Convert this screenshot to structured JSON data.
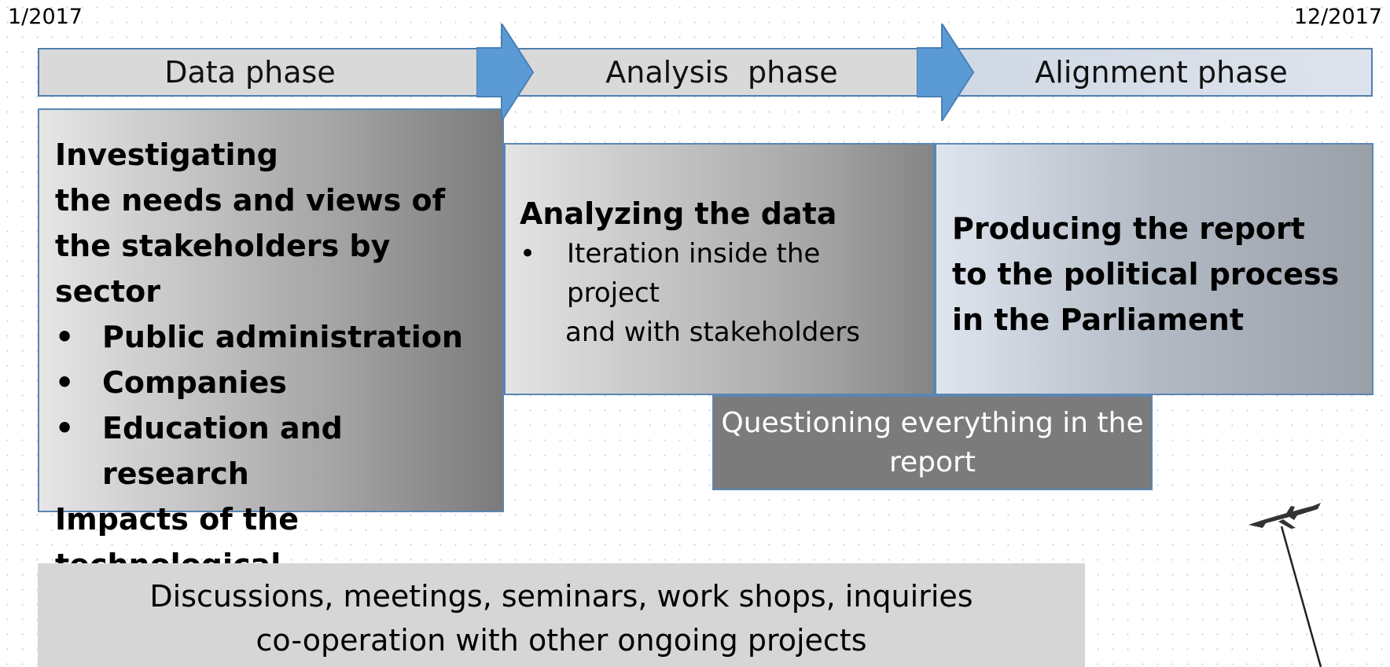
{
  "dates": {
    "start": "1/2017",
    "end": "12/2017"
  },
  "phases": [
    {
      "label": "Data phase"
    },
    {
      "label": "Analysis  phase"
    },
    {
      "label": "Alignment phase"
    }
  ],
  "data_box": {
    "heading1": "Investigating",
    "heading2": "the needs and views of the stakeholders by sector",
    "bullets": [
      "Public administration",
      "Companies",
      "Education and research"
    ],
    "footer": "Impacts of the technological development"
  },
  "analysis_box": {
    "heading": "Analyzing the data",
    "bullet_line1": "Iteration inside the project",
    "bullet_line2": "and with stakeholders"
  },
  "alignment_box": {
    "text": "Producing the report to the political process in the Parliament"
  },
  "questioning_box": {
    "text": "Questioning everything in the report"
  },
  "discussion_box": {
    "line1": "Discussions, meetings, seminars, work shops, inquiries",
    "line2": "co-operation with other ongoing projects"
  },
  "colors": {
    "phase_fill": "#d9d9d9",
    "phase_fill_alt": "#d6dde8",
    "arrow_fill": "#5b9bd5",
    "border": "#4f7fae",
    "questioning_fill": "#7b7b7b",
    "discussion_fill": "#d6d6d6"
  }
}
